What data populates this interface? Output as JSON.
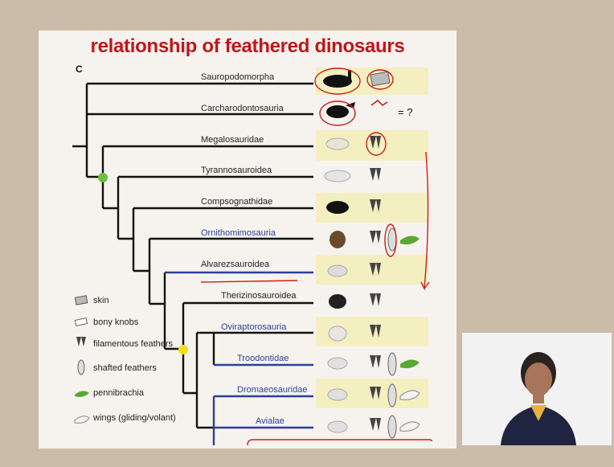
{
  "slide": {
    "title": "relationship of feathered dinosaurs",
    "panel_label": "C"
  },
  "taxa": [
    {
      "name": "Sauropodomorpha",
      "color": "#222222"
    },
    {
      "name": "Carcharodontosauria",
      "color": "#222222"
    },
    {
      "name": "Megalosauridae",
      "color": "#222222"
    },
    {
      "name": "Tyrannosauroidea",
      "color": "#222222"
    },
    {
      "name": "Compsognathidae",
      "color": "#222222"
    },
    {
      "name": "Ornithomimosauria",
      "color": "#2b3f9c"
    },
    {
      "name": "Alvarezsauroidea",
      "color": "#222222"
    },
    {
      "name": "Therizinosauroidea",
      "color": "#222222"
    },
    {
      "name": "Oviraptorosauria",
      "color": "#2b3f9c"
    },
    {
      "name": "Troodontidae",
      "color": "#2b3f9c"
    },
    {
      "name": "Dromaeosauridae",
      "color": "#2b3f9c"
    },
    {
      "name": "Avialae",
      "color": "#2b3f9c"
    }
  ],
  "annotation": {
    "question": "= ?"
  },
  "legend": [
    {
      "icon": "skin-icon",
      "label": "skin"
    },
    {
      "icon": "bony-knobs-icon",
      "label": "bony knobs"
    },
    {
      "icon": "filamentous-feathers-icon",
      "label": "filamentous feathers"
    },
    {
      "icon": "shafted-feathers-icon",
      "label": "shafted feathers"
    },
    {
      "icon": "pennibrachia-icon",
      "label": "pennibrachia"
    },
    {
      "icon": "wings-icon",
      "label": "wings (gliding/volant)"
    }
  ],
  "colors": {
    "title": "#c0161c",
    "highlight": "#f4efc0",
    "blue_branch": "#2b3f9c",
    "ink": "#d11a1a",
    "node_green": "#6cbf3c",
    "node_yellow": "#f3dc1e",
    "pennibrachia": "#5aa832"
  }
}
